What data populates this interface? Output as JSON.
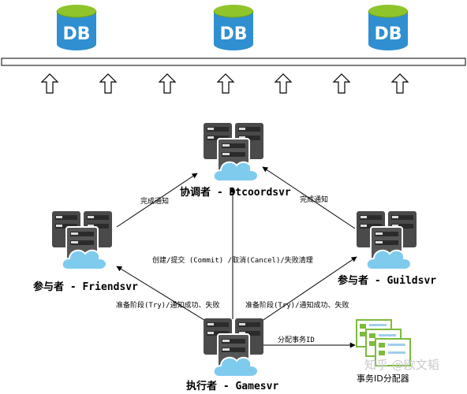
{
  "databases": [
    {
      "label": "DB"
    },
    {
      "label": "DB"
    },
    {
      "label": "DB"
    }
  ],
  "nodes": {
    "coordinator": {
      "label": "协调者 - Dtcoordsvr"
    },
    "participant_friends": {
      "label": "参与者 - Friendsvr"
    },
    "participant_guilds": {
      "label": "参与者 - Guildsvr"
    },
    "executor": {
      "label": "执行者 - Gamesvr"
    },
    "id_allocator": {
      "label": "事务ID分配器"
    }
  },
  "edges": {
    "friends_to_coordinator": "完成通知",
    "guilds_to_coordinator": "完成通知",
    "executor_to_coordinator": "创建/提交 (Commit) /取消(Cancel)/失败清理",
    "executor_to_friends": "准备阶段(Try)/通知成功、失败",
    "executor_to_guilds": "准备阶段(Try)/通知成功、失败",
    "executor_to_allocator": "分配事务ID"
  },
  "watermark": "知乎 @欧文韬",
  "colors": {
    "db_blue": "#2f8fd0",
    "db_green": "#8fc42b",
    "server_dark": "#4a4a4a",
    "cloud_blue": "#7fcbee",
    "allocator_green": "#7dbb3c"
  }
}
